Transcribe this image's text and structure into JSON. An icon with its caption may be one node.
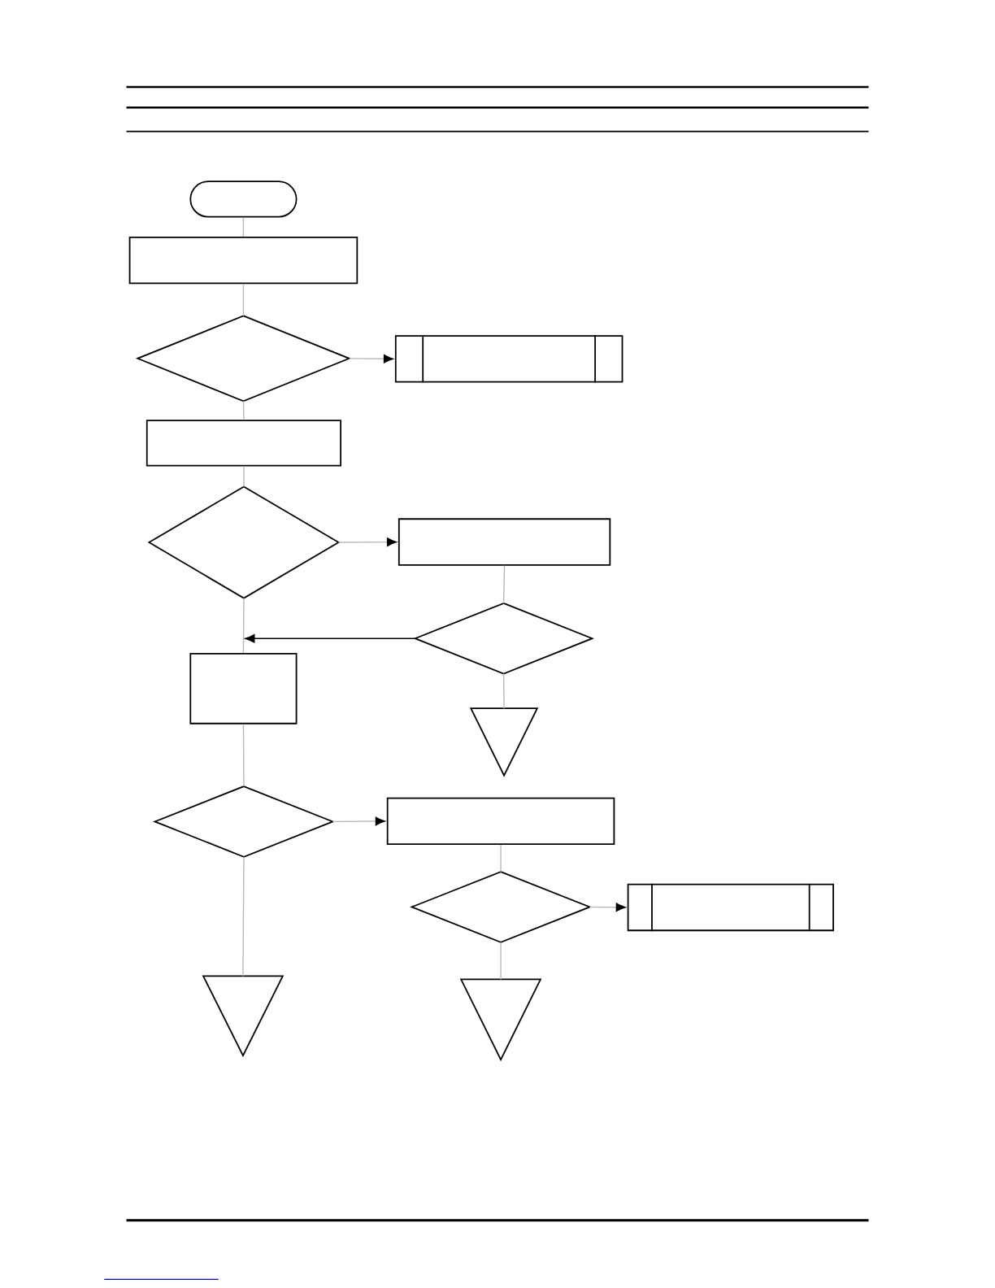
{
  "diagram": {
    "nodes": [
      {
        "text": [],
        "shape": "oval"
      },
      {
        "text": [],
        "shape": "box"
      },
      {
        "text": [],
        "shape": "diamond"
      },
      {
        "text": [],
        "shape": "subroutine"
      },
      {
        "text": [],
        "shape": "box"
      },
      {
        "text": [],
        "shape": "diamond"
      },
      {
        "text": [],
        "shape": "box"
      },
      {
        "text": [],
        "shape": "diamond"
      },
      {
        "text": [],
        "shape": "triangle"
      },
      {
        "text": [],
        "shape": "box"
      },
      {
        "text": [],
        "shape": "diamond"
      },
      {
        "text": [],
        "shape": "box"
      },
      {
        "text": [],
        "shape": "diamond"
      },
      {
        "text": [],
        "shape": "subroutine"
      },
      {
        "text": [],
        "shape": "triangle"
      },
      {
        "text": [],
        "shape": "triangle"
      }
    ],
    "edges": [
      {
        "from": 0,
        "to": 1,
        "arrow": "none"
      },
      {
        "from": 1,
        "to": 2,
        "arrow": "none"
      },
      {
        "from": 2,
        "to": 3,
        "arrow": "to"
      },
      {
        "from": 2,
        "to": 4,
        "arrow": "none"
      },
      {
        "from": 4,
        "to": 5,
        "arrow": "none"
      },
      {
        "from": 5,
        "to": 6,
        "arrow": "to"
      },
      {
        "from": 5,
        "to": 9,
        "arrow": "none"
      },
      {
        "from": 6,
        "to": 7,
        "arrow": "none"
      },
      {
        "from": 7,
        "to": 9,
        "arrow": "to",
        "color": "#000000"
      },
      {
        "from": 7,
        "to": 8,
        "arrow": "none"
      },
      {
        "from": 9,
        "to": 10,
        "arrow": "none"
      },
      {
        "from": 10,
        "to": 11,
        "arrow": "to"
      },
      {
        "from": 10,
        "to": 14,
        "arrow": "none"
      },
      {
        "from": 11,
        "to": 12,
        "arrow": "none"
      },
      {
        "from": 12,
        "to": 13,
        "arrow": "to"
      },
      {
        "from": 12,
        "to": 15,
        "arrow": "none"
      }
    ]
  }
}
